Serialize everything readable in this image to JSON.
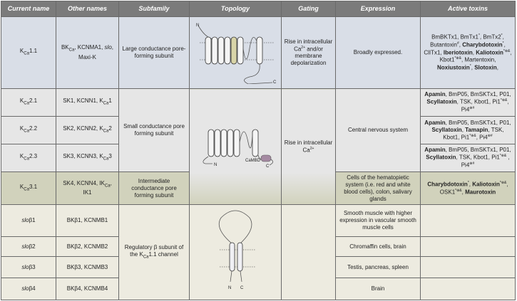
{
  "headers": [
    "Current name",
    "Other names",
    "Subfamily",
    "Topology",
    "Gating",
    "Expression",
    "Active toxins"
  ],
  "rows": {
    "kca11": {
      "name": {
        "base": "K",
        "sub": "Ca",
        "suffix": "1.1"
      },
      "other": {
        "a": "BK",
        "sub": "Ca",
        "b": ", KCNMA1, ",
        "it": "slo",
        "c": ",",
        "d": "Maxi-K"
      },
      "subfamily": "Large conductance pore-forming subunit",
      "gating": "Rise in intracellular Ca",
      "gating_sup": "2+",
      "gating2": "and/or membrane depolarization",
      "expression": "Broadly expressed.",
      "toxins": [
        {
          "t": "BmBKTx1, BmTx1",
          "s": "*"
        },
        {
          "t": ", BmTx2",
          "s": "*"
        },
        {
          "t": ", Butantoxin",
          "s": "#"
        },
        {
          "t": ", "
        },
        {
          "t": "Charybdotoxin",
          "b": 1,
          "s": "*"
        },
        {
          "t": ", ClITx1, "
        },
        {
          "t": "Iberiotoxin",
          "b": 1
        },
        {
          "t": ", "
        },
        {
          "t": "Kaliotoxin",
          "b": 1,
          "s": "*⊕&"
        },
        {
          "t": ", Kbot1",
          "s": "*⊕&"
        },
        {
          "t": ", Martentoxin, "
        },
        {
          "t": "Noxiustoxin",
          "b": 1,
          "s": "*"
        },
        {
          "t": ", "
        },
        {
          "t": "Slotoxin",
          "b": 1
        },
        {
          "t": ","
        }
      ],
      "topology_labels": {
        "n": "N",
        "c": "C"
      }
    },
    "kca21": {
      "name": {
        "base": "K",
        "sub": "Ca",
        "suffix": "2.1"
      },
      "other": {
        "a": "SK1, KCNN1, K",
        "sub": "Ca",
        "b": "1"
      },
      "toxins": [
        {
          "t": "Apamin",
          "b": 1
        },
        {
          "t": ", BmP05, BmSKTx1, P01, "
        },
        {
          "t": "Scyllatoxin",
          "b": 1
        },
        {
          "t": ", TSK, Kbot1, Pi1",
          "s": "*⊕&"
        },
        {
          "t": ", Pi4",
          "s": "⊕#"
        }
      ]
    },
    "kca22": {
      "name": {
        "base": "K",
        "sub": "Ca",
        "suffix": "2.2"
      },
      "other": {
        "a": "SK2, KCNN2, K",
        "sub": "Ca",
        "b": "2"
      },
      "toxins": [
        {
          "t": "Apamin",
          "b": 1
        },
        {
          "t": ", BmP05, BmSKTx1, P01, "
        },
        {
          "t": "Scyllatoxin",
          "b": 1
        },
        {
          "t": ", "
        },
        {
          "t": "Tamapin",
          "b": 1
        },
        {
          "t": ", TSK, Kbot1, Pi1",
          "s": "*⊕&"
        },
        {
          "t": ", Pi4",
          "s": "⊕#"
        }
      ]
    },
    "kca23": {
      "name": {
        "base": "K",
        "sub": "Ca",
        "suffix": "2.3"
      },
      "other": {
        "a": "SK3, KCNN3, K",
        "sub": "Ca",
        "b": "3"
      },
      "toxins": [
        {
          "t": "Apamin",
          "b": 1
        },
        {
          "t": ", BmP05, BmSKTx1, P01, "
        },
        {
          "t": "Scyllatoxin",
          "b": 1
        },
        {
          "t": ", TSK, Kbot1, Pi1",
          "s": "*⊕&"
        },
        {
          "t": " , Pi4",
          "s": "⊕#"
        }
      ]
    },
    "sk_subfamily": "Small conductance pore forming subunit",
    "sk_gating": "Rise in intracellular Ca",
    "sk_gating_sup": "2+",
    "sk_expression": "Central nervous system",
    "sk_topology_labels": {
      "n": "N",
      "c": "C",
      "camb": "CaMBD"
    },
    "kca31": {
      "name": {
        "base": "K",
        "sub": "Ca",
        "suffix": "3.1"
      },
      "other": {
        "a": "SK4, KCNN4, IK",
        "sub": "Ca",
        "b": ", IK1"
      },
      "subfamily": "Intermediate conductance pore forming subunit",
      "expression": "Cells of the hematopietic system (i.e. red and white blood cells), colon, salivary glands",
      "toxins": [
        {
          "t": "Charybdotoxin",
          "b": 1,
          "s": "*"
        },
        {
          "t": ", "
        },
        {
          "t": "Kaliotoxin",
          "b": 1,
          "s": "*⊕&"
        },
        {
          "t": ", OSK1",
          "s": "*⊕&"
        },
        {
          "t": ", "
        },
        {
          "t": "Maurotoxin",
          "b": 1
        }
      ]
    },
    "slo": [
      {
        "name_it": "slo",
        "name": "β1",
        "other": "BKβ1, KCNMB1",
        "expression": "Smooth muscle with higher expression in vascular smooth muscle cells"
      },
      {
        "name_it": "slo",
        "name": "β2",
        "other": "BKβ2, KCNMB2",
        "expression": "Chromaffin cells, brain"
      },
      {
        "name_it": "slo",
        "name": "β3",
        "other": "BKβ3, KCNMB3",
        "expression": "Testis, pancreas, spleen"
      },
      {
        "name_it": "slo",
        "name": "β4",
        "other": "BKβ4, KCNMB4",
        "expression": "Brain"
      }
    ],
    "slo_subfamily": {
      "a": "Regulatory β subunit of the K",
      "sub": "Ca",
      "b": "1.1 channel"
    },
    "slo_topology_labels": {
      "n": "N",
      "c": "C"
    }
  }
}
